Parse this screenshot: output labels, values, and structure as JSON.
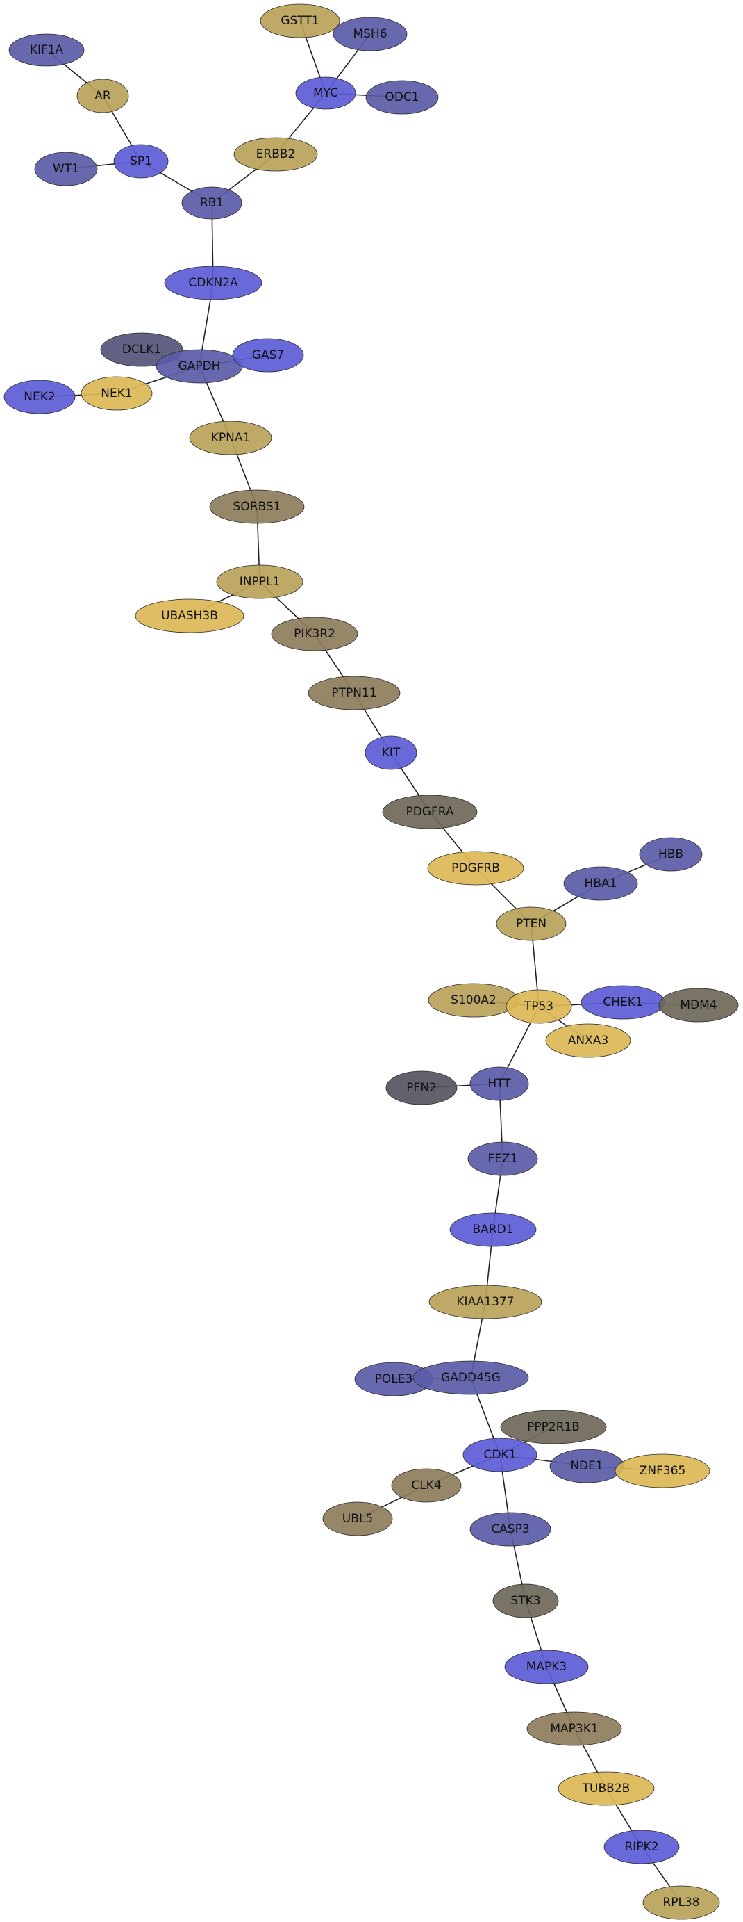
{
  "palette": {
    "blue": "#5c5cd6",
    "slate_blue": "#5b5ba8",
    "dark_slate": "#55557a",
    "gold": "#b9a25a",
    "bright_gold": "#dcb755",
    "olive": "#8c7d5a",
    "dark_olive": "#6e6858",
    "charcoal": "#55555f"
  },
  "nodes": [
    {
      "id": "KIF1A",
      "label": "KIF1A",
      "color": "slate_blue"
    },
    {
      "id": "AR",
      "label": "AR",
      "color": "gold"
    },
    {
      "id": "SP1",
      "label": "SP1",
      "color": "blue"
    },
    {
      "id": "WT1",
      "label": "WT1",
      "color": "slate_blue"
    },
    {
      "id": "RB1",
      "label": "RB1",
      "color": "slate_blue"
    },
    {
      "id": "GSTT1",
      "label": "GSTT1",
      "color": "gold"
    },
    {
      "id": "MSH6",
      "label": "MSH6",
      "color": "slate_blue"
    },
    {
      "id": "MYC",
      "label": "MYC",
      "color": "blue"
    },
    {
      "id": "ODC1",
      "label": "ODC1",
      "color": "slate_blue"
    },
    {
      "id": "ERBB2",
      "label": "ERBB2",
      "color": "gold"
    },
    {
      "id": "CDKN2A",
      "label": "CDKN2A",
      "color": "blue"
    },
    {
      "id": "DCLK1",
      "label": "DCLK1",
      "color": "dark_slate"
    },
    {
      "id": "GAPDH",
      "label": "GAPDH",
      "color": "slate_blue"
    },
    {
      "id": "GAS7",
      "label": "GAS7",
      "color": "blue"
    },
    {
      "id": "NEK2",
      "label": "NEK2",
      "color": "blue"
    },
    {
      "id": "NEK1",
      "label": "NEK1",
      "color": "bright_gold"
    },
    {
      "id": "KPNA1",
      "label": "KPNA1",
      "color": "gold"
    },
    {
      "id": "SORBS1",
      "label": "SORBS1",
      "color": "olive"
    },
    {
      "id": "INPPL1",
      "label": "INPPL1",
      "color": "gold"
    },
    {
      "id": "UBASH3B",
      "label": "UBASH3B",
      "color": "bright_gold"
    },
    {
      "id": "PIK3R2",
      "label": "PIK3R2",
      "color": "olive"
    },
    {
      "id": "PTPN11",
      "label": "PTPN11",
      "color": "olive"
    },
    {
      "id": "KIT",
      "label": "KIT",
      "color": "blue"
    },
    {
      "id": "PDGFRA",
      "label": "PDGFRA",
      "color": "dark_olive"
    },
    {
      "id": "PDGFRB",
      "label": "PDGFRB",
      "color": "bright_gold"
    },
    {
      "id": "HBB",
      "label": "HBB",
      "color": "slate_blue"
    },
    {
      "id": "HBA1",
      "label": "HBA1",
      "color": "slate_blue"
    },
    {
      "id": "PTEN",
      "label": "PTEN",
      "color": "gold"
    },
    {
      "id": "S100A2",
      "label": "S100A2",
      "color": "gold"
    },
    {
      "id": "TP53",
      "label": "TP53",
      "color": "bright_gold"
    },
    {
      "id": "CHEK1",
      "label": "CHEK1",
      "color": "blue"
    },
    {
      "id": "MDM4",
      "label": "MDM4",
      "color": "dark_olive"
    },
    {
      "id": "ANXA3",
      "label": "ANXA3",
      "color": "bright_gold"
    },
    {
      "id": "PFN2",
      "label": "PFN2",
      "color": "charcoal"
    },
    {
      "id": "HTT",
      "label": "HTT",
      "color": "slate_blue"
    },
    {
      "id": "FEZ1",
      "label": "FEZ1",
      "color": "slate_blue"
    },
    {
      "id": "BARD1",
      "label": "BARD1",
      "color": "blue"
    },
    {
      "id": "KIAA1377",
      "label": "KIAA1377",
      "color": "gold"
    },
    {
      "id": "POLE3",
      "label": "POLE3",
      "color": "slate_blue"
    },
    {
      "id": "GADD45G",
      "label": "GADD45G",
      "color": "slate_blue"
    },
    {
      "id": "PPP2R1B",
      "label": "PPP2R1B",
      "color": "dark_olive"
    },
    {
      "id": "CDK1",
      "label": "CDK1",
      "color": "blue"
    },
    {
      "id": "NDE1",
      "label": "NDE1",
      "color": "slate_blue"
    },
    {
      "id": "ZNF365",
      "label": "ZNF365",
      "color": "bright_gold"
    },
    {
      "id": "CLK4",
      "label": "CLK4",
      "color": "olive"
    },
    {
      "id": "UBL5",
      "label": "UBL5",
      "color": "olive"
    },
    {
      "id": "CASP3",
      "label": "CASP3",
      "color": "slate_blue"
    },
    {
      "id": "STK3",
      "label": "STK3",
      "color": "dark_olive"
    },
    {
      "id": "MAPK3",
      "label": "MAPK3",
      "color": "blue"
    },
    {
      "id": "MAP3K1",
      "label": "MAP3K1",
      "color": "olive"
    },
    {
      "id": "TUBB2B",
      "label": "TUBB2B",
      "color": "bright_gold"
    },
    {
      "id": "RIPK2",
      "label": "RIPK2",
      "color": "blue"
    },
    {
      "id": "RPL38",
      "label": "RPL38",
      "color": "gold"
    }
  ],
  "edges": [
    [
      "KIF1A",
      "AR"
    ],
    [
      "AR",
      "SP1"
    ],
    [
      "WT1",
      "SP1"
    ],
    [
      "SP1",
      "RB1"
    ],
    [
      "GSTT1",
      "MYC"
    ],
    [
      "MSH6",
      "MYC"
    ],
    [
      "MYC",
      "ODC1"
    ],
    [
      "MYC",
      "ERBB2"
    ],
    [
      "ERBB2",
      "RB1"
    ],
    [
      "RB1",
      "CDKN2A"
    ],
    [
      "CDKN2A",
      "GAPDH"
    ],
    [
      "DCLK1",
      "GAPDH"
    ],
    [
      "GAPDH",
      "GAS7"
    ],
    [
      "NEK2",
      "NEK1"
    ],
    [
      "NEK1",
      "GAPDH"
    ],
    [
      "GAPDH",
      "KPNA1"
    ],
    [
      "KPNA1",
      "SORBS1"
    ],
    [
      "SORBS1",
      "INPPL1"
    ],
    [
      "INPPL1",
      "UBASH3B"
    ],
    [
      "INPPL1",
      "PIK3R2"
    ],
    [
      "PIK3R2",
      "PTPN11"
    ],
    [
      "PTPN11",
      "KIT"
    ],
    [
      "KIT",
      "PDGFRA"
    ],
    [
      "PDGFRA",
      "PDGFRB"
    ],
    [
      "PDGFRB",
      "PTEN"
    ],
    [
      "HBB",
      "HBA1"
    ],
    [
      "HBA1",
      "PTEN"
    ],
    [
      "PTEN",
      "TP53"
    ],
    [
      "S100A2",
      "TP53"
    ],
    [
      "TP53",
      "CHEK1"
    ],
    [
      "CHEK1",
      "MDM4"
    ],
    [
      "TP53",
      "ANXA3"
    ],
    [
      "TP53",
      "HTT"
    ],
    [
      "PFN2",
      "HTT"
    ],
    [
      "HTT",
      "FEZ1"
    ],
    [
      "FEZ1",
      "BARD1"
    ],
    [
      "BARD1",
      "KIAA1377"
    ],
    [
      "KIAA1377",
      "GADD45G"
    ],
    [
      "POLE3",
      "GADD45G"
    ],
    [
      "GADD45G",
      "CDK1"
    ],
    [
      "PPP2R1B",
      "CDK1"
    ],
    [
      "CDK1",
      "NDE1"
    ],
    [
      "NDE1",
      "ZNF365"
    ],
    [
      "CDK1",
      "CLK4"
    ],
    [
      "CLK4",
      "UBL5"
    ],
    [
      "CDK1",
      "CASP3"
    ],
    [
      "CASP3",
      "STK3"
    ],
    [
      "STK3",
      "MAPK3"
    ],
    [
      "MAPK3",
      "MAP3K1"
    ],
    [
      "MAP3K1",
      "TUBB2B"
    ],
    [
      "TUBB2B",
      "RIPK2"
    ],
    [
      "RIPK2",
      "RPL38"
    ]
  ]
}
